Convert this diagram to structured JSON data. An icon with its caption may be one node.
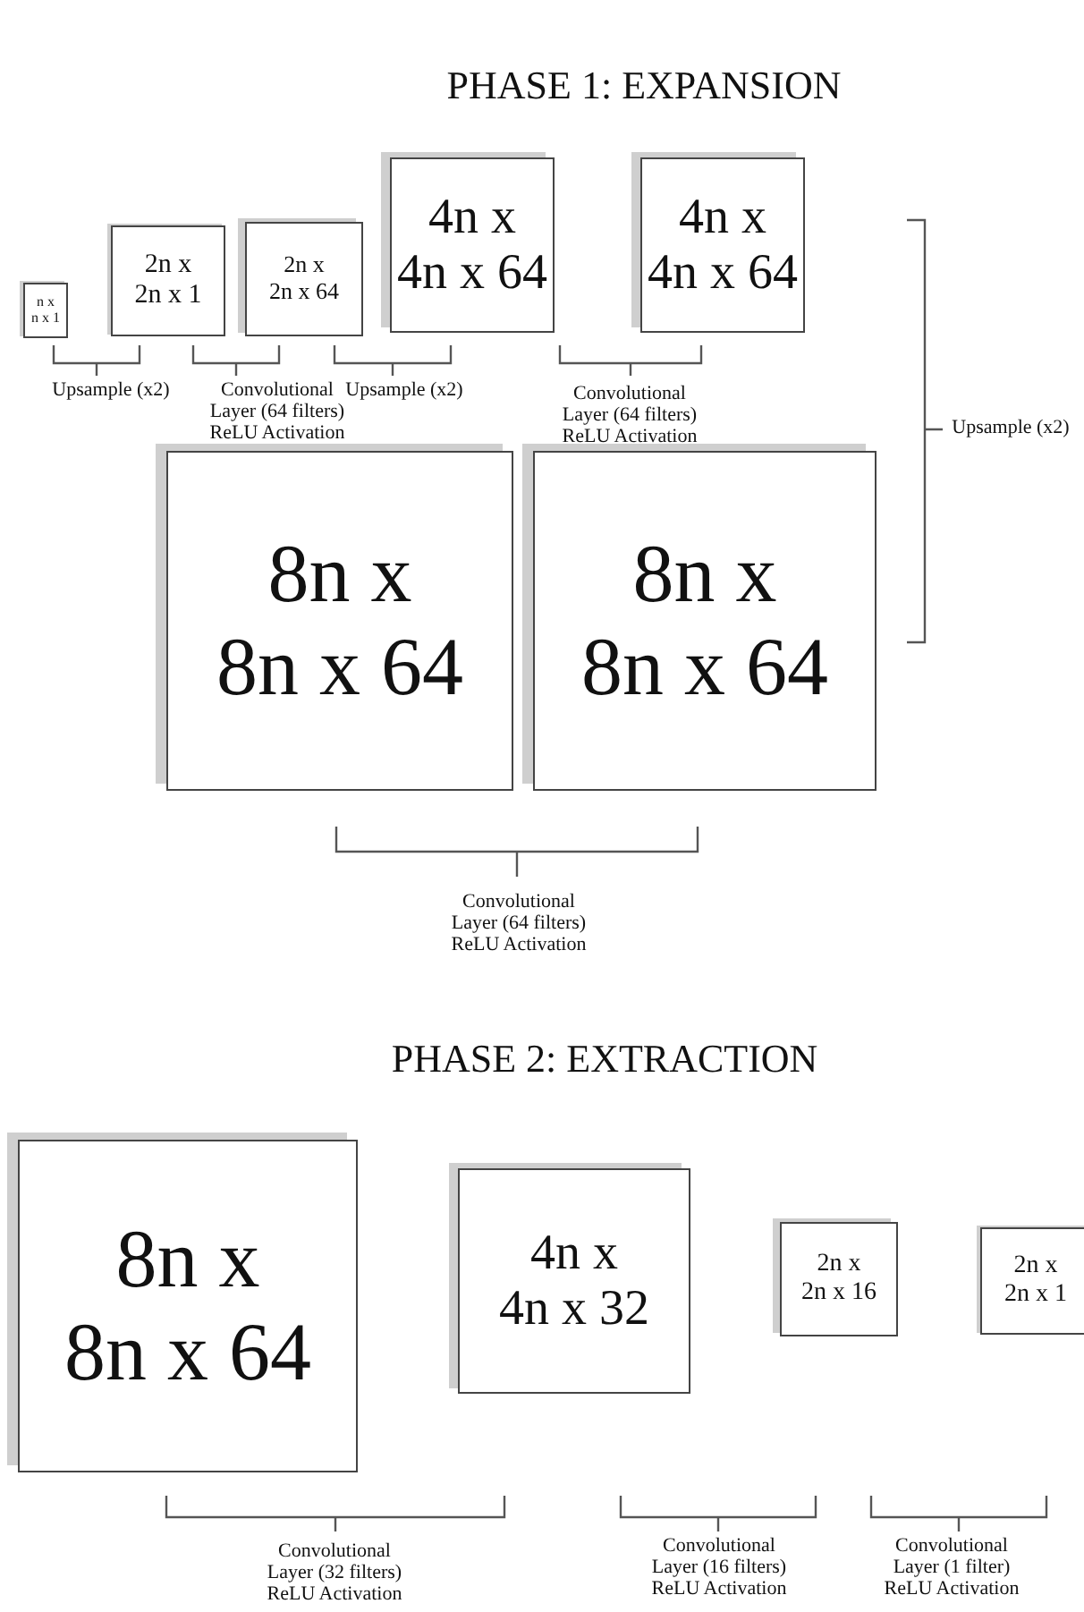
{
  "diagram": {
    "nodes": [
      {
        "text": [
          "n x n x 1"
        ]
      },
      {
        "text": [
          "2n x 2n x 1"
        ]
      },
      {
        "text": [
          "2n x 2n x 64"
        ]
      },
      {
        "text": [
          "4n x 4n x 64"
        ]
      },
      {
        "text": [
          "4n x 4n x 64"
        ]
      },
      {
        "text": [
          "8n x 8n x 64"
        ]
      },
      {
        "text": [
          "8n x 8n x 64"
        ]
      },
      {
        "text": [
          "8n x 8n x 64"
        ]
      },
      {
        "text": [
          "4n x 4n x 32"
        ]
      },
      {
        "text": [
          "2n x 2n x 16"
        ]
      },
      {
        "text": [
          "2n x 2n x 1"
        ]
      }
    ],
    "labels": [
      "PHASE 1: EXPANSION",
      "Upsample (x2)",
      "Convolutional Layer (64 filters) ReLU Activation",
      "Upsample (x2)",
      "Convolutional Layer (64 filters) ReLU Activation",
      "Upsample (x2)",
      "Convolutional Layer (64 filters) ReLU Activation",
      "PHASE 2: EXTRACTION",
      "Convolutional Layer (32 filters) ReLU Activation",
      "Convolutional Layer (16 filters) ReLU Activation",
      "Convolutional Layer (1 filter) ReLU Activation"
    ]
  }
}
